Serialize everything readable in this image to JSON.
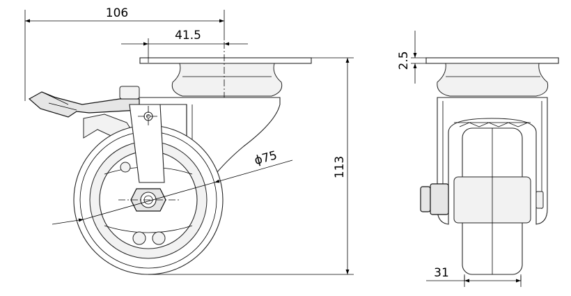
{
  "dimensions": {
    "overall_width": "106",
    "plate_offset": "41.5",
    "wheel_diameter": "ϕ75",
    "overall_height": "113",
    "plate_thickness": "2.5",
    "wheel_width": "31"
  }
}
